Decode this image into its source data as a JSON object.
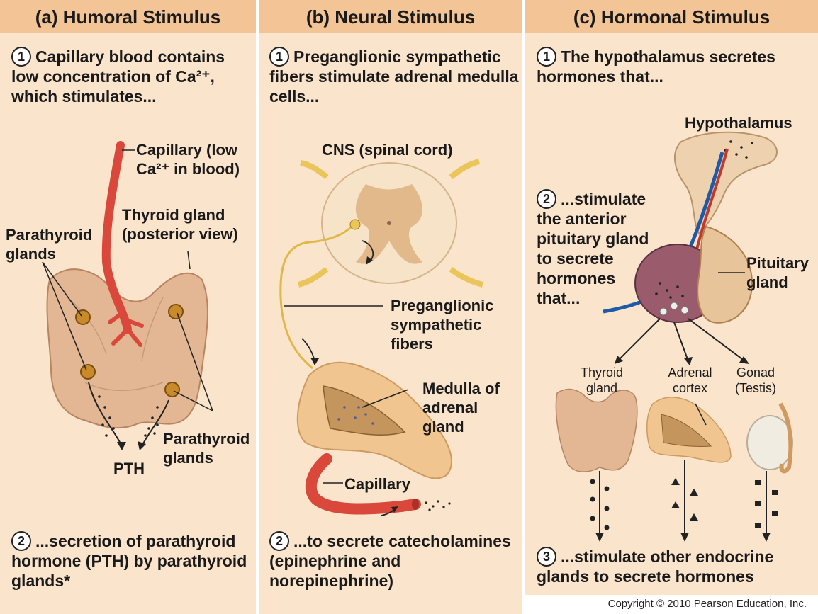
{
  "colors": {
    "panel_bg": "#fbe4cc",
    "header_bg": "#f3c596",
    "capillary": "#d9483b",
    "gland": "#e7b995"
  },
  "panel_a": {
    "title": "(a) Humoral Stimulus",
    "step1_num": "1",
    "step1_text": "Capillary blood contains low concentration of Ca²⁺, which stimulates...",
    "label_capillary": "Capillary (low Ca²⁺ in blood)",
    "label_thyroid": "Thyroid gland (posterior view)",
    "label_parathyroid_left": "Parathyroid glands",
    "label_parathyroid_right": "Parathyroid glands",
    "label_pth": "PTH",
    "step2_num": "2",
    "step2_text": "...secretion of parathyroid hormone (PTH) by parathyroid glands*"
  },
  "panel_b": {
    "title": "(b) Neural Stimulus",
    "step1_num": "1",
    "step1_text": "Preganglionic sympathetic fibers stimulate adrenal medulla cells...",
    "label_cns": "CNS (spinal cord)",
    "label_fibers": "Preganglionic sympathetic fibers",
    "label_medulla": "Medulla of adrenal gland",
    "label_capillary": "Capillary",
    "step2_num": "2",
    "step2_text": "...to secrete catecholamines (epinephrine and norepinephrine)"
  },
  "panel_c": {
    "title": "(c) Hormonal Stimulus",
    "step1_num": "1",
    "step1_text": "The hypothalamus secretes hormones that...",
    "label_hypothalamus": "Hypothalamus",
    "step2_num": "2",
    "step2_text": "...stimulate the anterior pituitary gland to secrete hormones that...",
    "label_pituitary": "Pituitary gland",
    "label_thyroid": "Thyroid gland",
    "label_adrenal": "Adrenal cortex",
    "label_gonad": "Gonad (Testis)",
    "step3_num": "3",
    "step3_text": "...stimulate other endocrine glands to secrete hormones"
  },
  "copyright": "Copyright © 2010 Pearson Education, Inc."
}
